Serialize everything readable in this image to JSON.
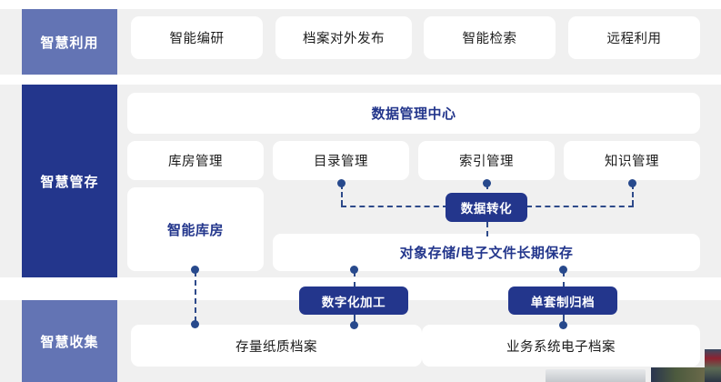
{
  "diagram": {
    "title_colors": {
      "accent_light": "#6374b4",
      "accent_dark": "#23368c",
      "band_bg": "#f0f0f0",
      "card_bg": "#ffffff",
      "connector": "#2e4a8a"
    },
    "bands": [
      {
        "id": "utilization",
        "label": "智慧利用"
      },
      {
        "id": "storage",
        "label": "智慧管存"
      },
      {
        "id": "collection",
        "label": "智慧收集"
      }
    ]
  },
  "utilization_row": {
    "cards": [
      {
        "label": "智能编研"
      },
      {
        "label": "档案对外发布"
      },
      {
        "label": "智能检索"
      },
      {
        "label": "远程利用"
      }
    ]
  },
  "storage": {
    "data_center": {
      "label": "数据管理中心"
    },
    "management_row": [
      {
        "label": "库房管理"
      },
      {
        "label": "目录管理"
      },
      {
        "label": "索引管理"
      },
      {
        "label": "知识管理"
      }
    ],
    "smart_warehouse": {
      "label": "智能库房"
    },
    "data_conversion": {
      "label": "数据转化"
    },
    "object_storage": {
      "label": "对象存储/电子文件长期保存"
    }
  },
  "collection": {
    "nodes": [
      {
        "label": "数字化加工"
      },
      {
        "label": "单套制归档"
      }
    ],
    "cards": [
      {
        "label": "存量纸质档案"
      },
      {
        "label": "业务系统电子档案"
      }
    ]
  }
}
